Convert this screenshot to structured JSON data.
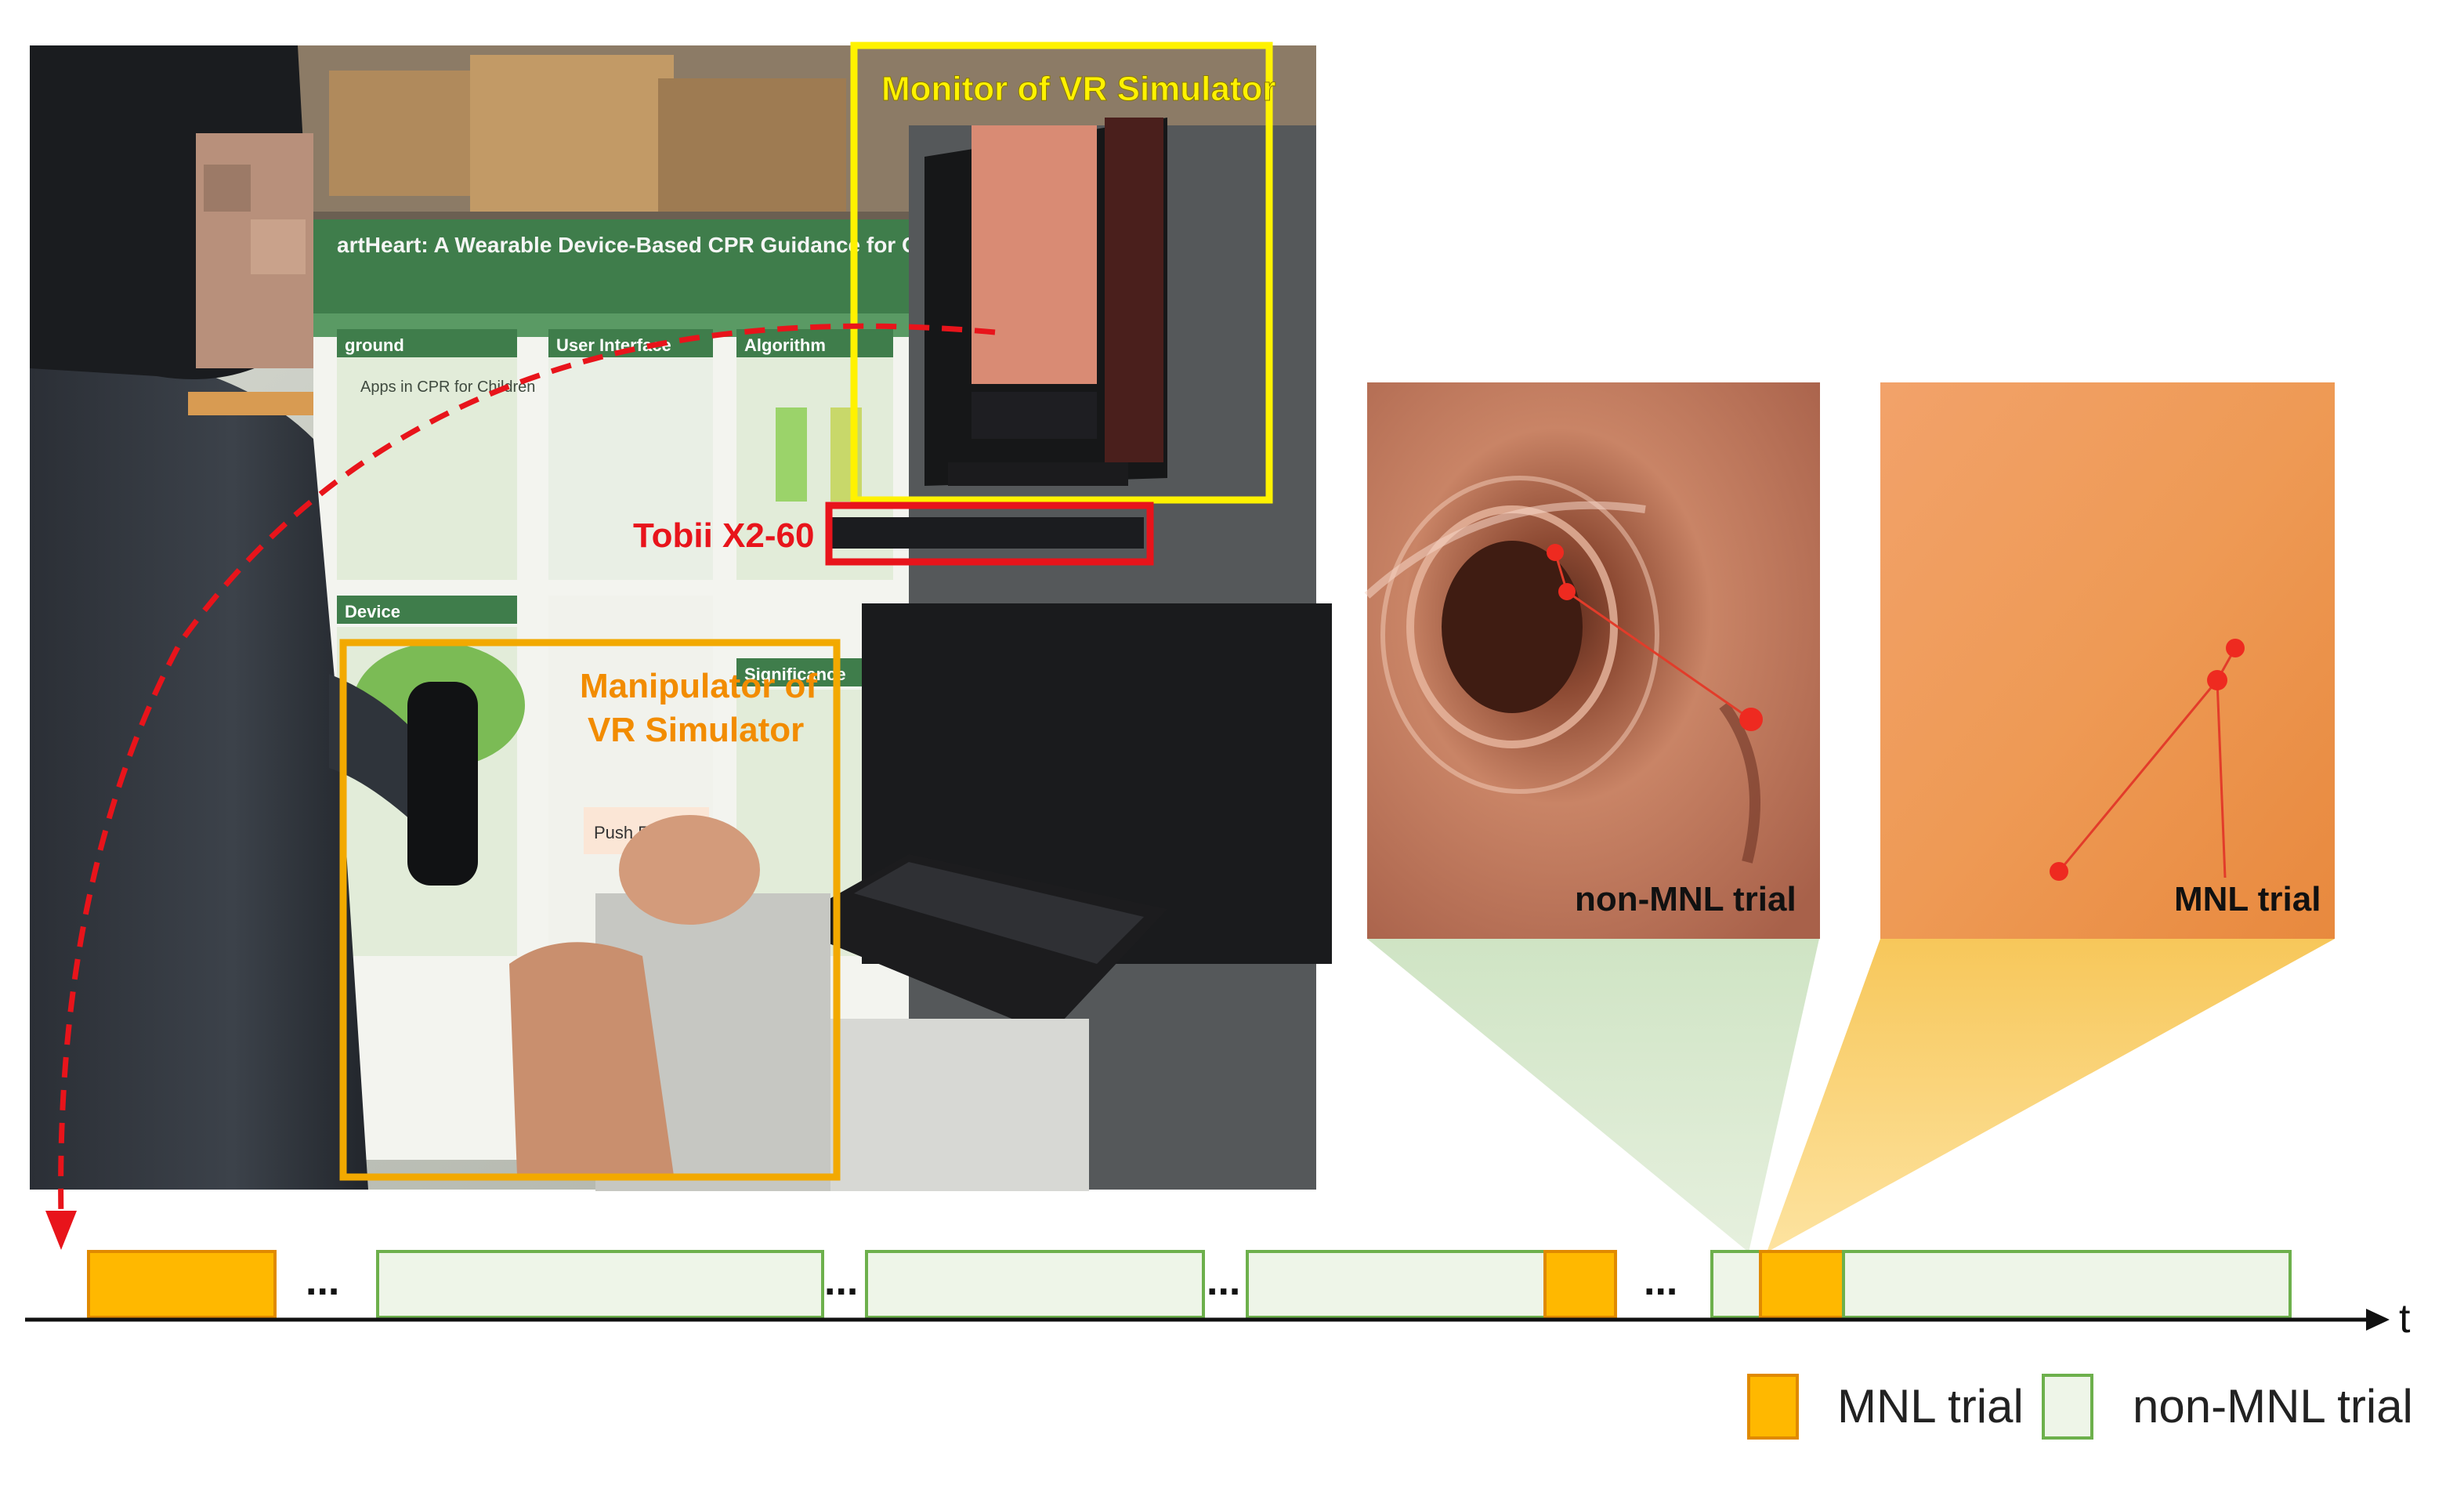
{
  "photo": {
    "labels": {
      "monitor": "Monitor of VR Simulator",
      "tracker": "Tobii X2-60",
      "manipulator_line1": "Manipulator of",
      "manipulator_line2": "VR Simulator"
    },
    "poster_title": "artHeart: A Wearable Device-Based CPR Guidance for Children",
    "poster_sections": [
      "ground",
      "User Interface",
      "Algorithm",
      "Device",
      "Significance"
    ],
    "poster_subtitle": "Apps in CPR for Children",
    "poster_badge": "Push Faster!!"
  },
  "panels": {
    "non_mnl_label": "non-MNL trial",
    "mnl_label": "MNL trial"
  },
  "timeline": {
    "ellipsis": "...",
    "axis_label": "t"
  },
  "legend": {
    "mnl": "MNL trial",
    "non_mnl": "non-MNL trial"
  },
  "colors": {
    "mnl_fill": "#FFB800",
    "mnl_stroke": "#E08A00",
    "non_mnl_fill": "#EEF5E8",
    "non_mnl_stroke": "#6DB04C",
    "monitor_box": "#FFF200",
    "tracker_box": "#E8141B",
    "manipulator_box": "#F2A900",
    "gaze_arrow": "#E8141B"
  }
}
